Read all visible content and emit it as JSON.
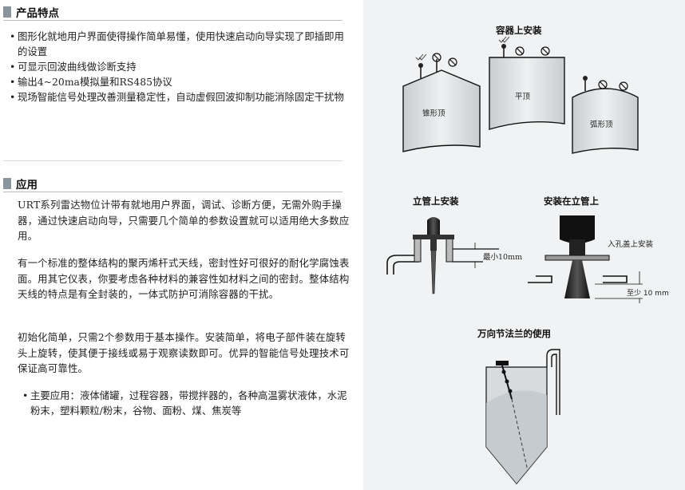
{
  "features": {
    "title": "产品特点",
    "items": [
      "图形化就地用户界面使得操作简单易懂，使用快速启动向导实现了即插即用的设置",
      "可显示回波曲线做诊断支持",
      "输出4~20ma模拟量和RS485协议",
      "现场智能信号处理改善测量稳定性，自动虚假回波抑制功能消除固定干扰物"
    ]
  },
  "application": {
    "title": "应用",
    "paragraphs": [
      "URT系列雷达物位计带有就地用户界面，调试、诊断方便，无需外购手操器，通过快速启动向导，只需要几个简单的参数设置就可以适用绝大多数应用。",
      "有一个标准的整体结构的聚丙烯杆式天线，密封性好可很好的耐化学腐蚀表面。用其它仪表，你要考虑各种材料的兼容性如材料之间的密封。整体结构天线的特点是有全封装的，一体式防护可消除容器的干扰。",
      "初始化简单，只需2个参数用于基本操作。安装简单，将电子部件装在旋转头上旋转，使其便于接线或易于观察读数即可。优异的智能信号处理技术可保证高可靠性。"
    ],
    "main_use": "主要应用：液体储罐，过程容器，带搅拌器的，各种高温雾状液体，水泥粉末，塑料颗粒/粉末，谷物、面粉、煤、焦炭等"
  },
  "diagrams": {
    "vessel_title": "容器上安装",
    "cone_label": "锥形顶",
    "flat_label": "平顶",
    "arc_label": "弧形顶",
    "standpipe_title": "立管上安装",
    "standpipe_dim": "最小10mm",
    "on_standpipe_title": "安装在立管上",
    "nozzle_label": "入孔盖上安装",
    "on_standpipe_dim": "至少 10 mm",
    "flange_title": "万向节法兰的使用"
  }
}
